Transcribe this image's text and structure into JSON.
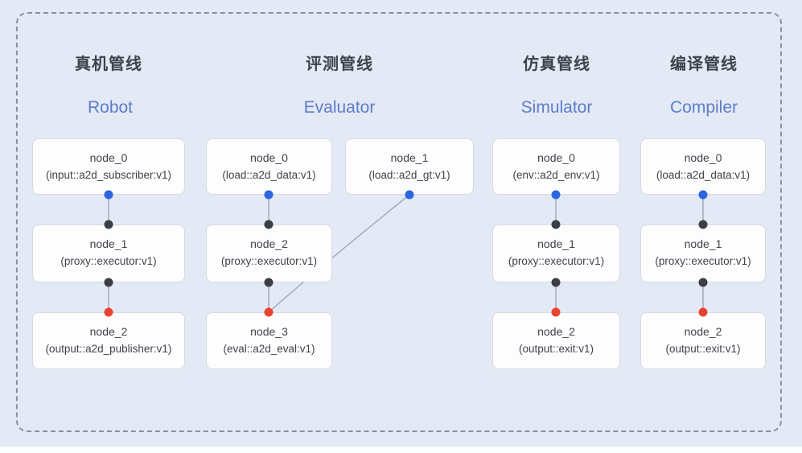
{
  "colors": {
    "background": "#e4e9f6",
    "node_bg": "#fdfdfe",
    "node_border": "#d5d9e1",
    "edge": "#9aa2b3",
    "port_blue": "#2b66e0",
    "port_dark": "#3b3e43",
    "port_red": "#e8432e",
    "title_zh": "#3d424b",
    "title_en": "#5b7dc8",
    "node_text": "#3f434a",
    "frame": "#8b919e"
  },
  "pipelines": [
    {
      "title_zh": "真机管线",
      "title_en": "Robot",
      "nodes": [
        {
          "name": "node_0",
          "type": "(input::a2d_subscriber:v1)"
        },
        {
          "name": "node_1",
          "type": "(proxy::executor:v1)"
        },
        {
          "name": "node_2",
          "type": "(output::a2d_publisher:v1)"
        }
      ]
    },
    {
      "title_zh": "评测管线",
      "title_en": "Evaluator",
      "nodes": [
        {
          "name": "node_0",
          "type": "(load::a2d_data:v1)"
        },
        {
          "name": "node_1",
          "type": "(load::a2d_gt:v1)"
        },
        {
          "name": "node_2",
          "type": "(proxy::executor:v1)"
        },
        {
          "name": "node_3",
          "type": "(eval::a2d_eval:v1)"
        }
      ]
    },
    {
      "title_zh": "仿真管线",
      "title_en": "Simulator",
      "nodes": [
        {
          "name": "node_0",
          "type": "(env::a2d_env:v1)"
        },
        {
          "name": "node_1",
          "type": "(proxy::executor:v1)"
        },
        {
          "name": "node_2",
          "type": "(output::exit:v1)"
        }
      ]
    },
    {
      "title_zh": "编译管线",
      "title_en": "Compiler",
      "nodes": [
        {
          "name": "node_0",
          "type": "(load::a2d_data:v1)"
        },
        {
          "name": "node_1",
          "type": "(proxy::executor:v1)"
        },
        {
          "name": "node_2",
          "type": "(output::exit:v1)"
        }
      ]
    }
  ]
}
